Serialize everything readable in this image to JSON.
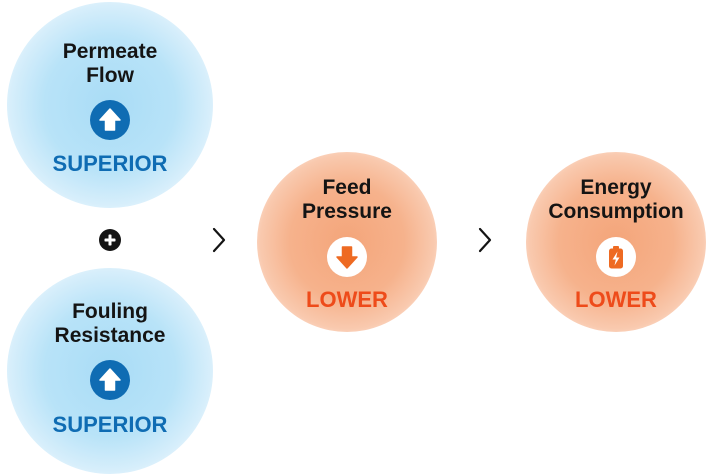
{
  "nodes": {
    "permeate_flow": {
      "title_line1": "Permeate",
      "title_line2": "Flow",
      "status": "SUPERIOR",
      "icon": "arrow-up-icon",
      "color": "#0f6cb3"
    },
    "fouling_resistance": {
      "title_line1": "Fouling",
      "title_line2": "Resistance",
      "status": "SUPERIOR",
      "icon": "arrow-up-icon",
      "color": "#0f6cb3"
    },
    "feed_pressure": {
      "title_line1": "Feed",
      "title_line2": "Pressure",
      "status": "LOWER",
      "icon": "arrow-down-icon",
      "color": "#ee4b1a"
    },
    "energy_consumption": {
      "title_line1": "Energy",
      "title_line2": "Consumption",
      "status": "LOWER",
      "icon": "battery-charging-icon",
      "color": "#ee4b1a"
    }
  },
  "connectors": {
    "combine": "plus-icon",
    "leads_to": "chevron-right-icon"
  },
  "colors": {
    "blue_accent": "#0f6cb3",
    "blue_glow": "#a9dcf6",
    "orange_accent": "#ee4b1a",
    "orange_glow": "#f4a57a",
    "text": "#141414"
  }
}
